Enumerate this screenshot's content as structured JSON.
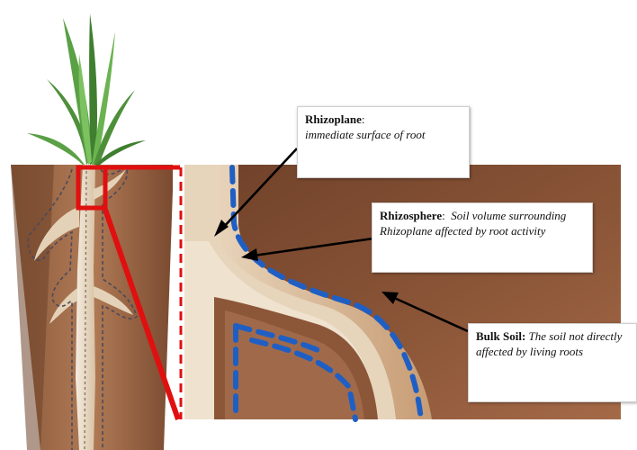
{
  "callouts": {
    "rhizoplane": {
      "term": "Rhizoplane",
      "sep": ":",
      "desc": "immediate surface of root"
    },
    "rhizosphere": {
      "term": "Rhizosphere",
      "sep": ":",
      "desc": "Soil volume surrounding Rhizoplane affected by root activity"
    },
    "bulk_soil": {
      "term": "Bulk Soil",
      "sep": ":",
      "desc": "The soil not directly affected by living roots"
    }
  },
  "colors": {
    "soil_dark": "#7a4a30",
    "soil_light": "#b07a55",
    "root": "#eadbc4",
    "zoom_frame": "#e01010",
    "rhizosphere_boundary": "#1f5fc4",
    "leaves": "#4e8f3a"
  },
  "icons": {
    "plant": "grass-plant-icon"
  }
}
